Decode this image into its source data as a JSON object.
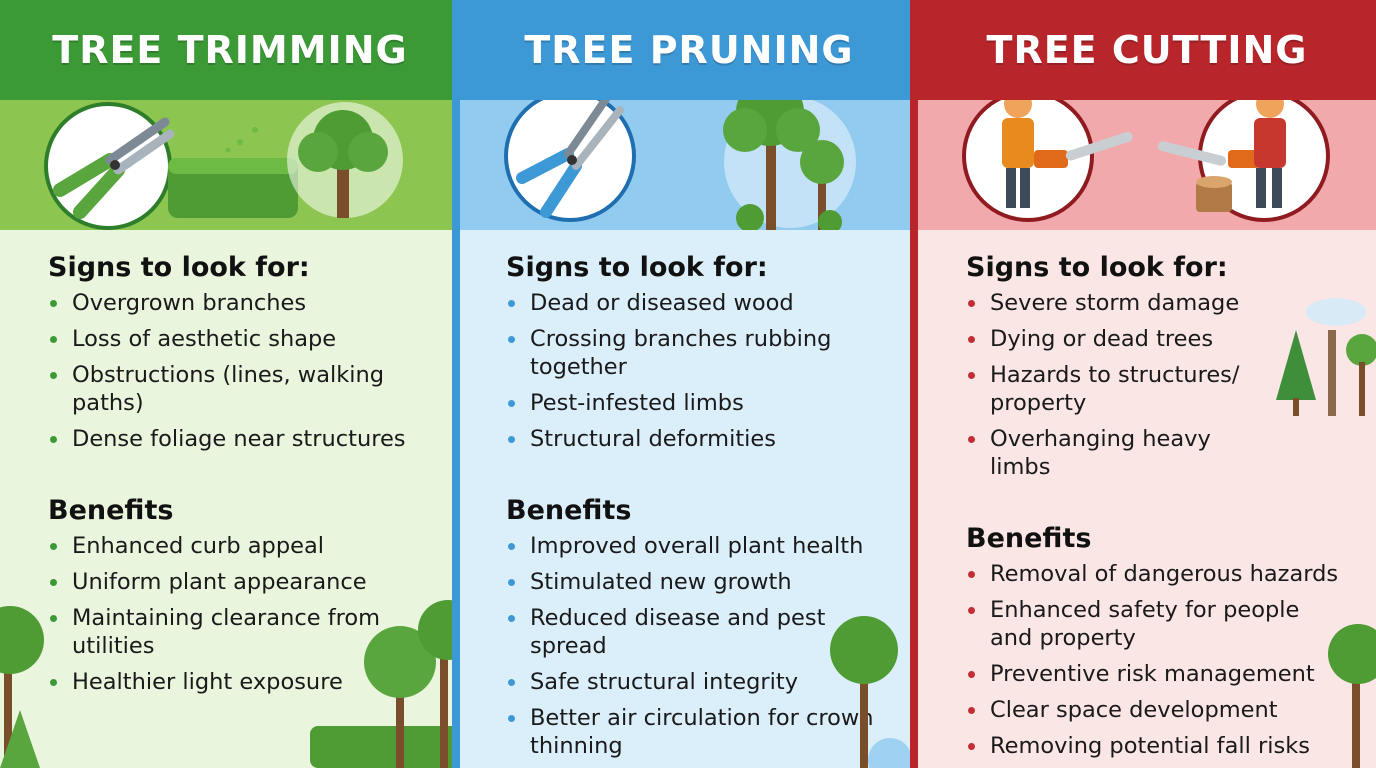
{
  "columns": [
    {
      "title": "TREE TRIMMING",
      "signs_title": "Signs to look for:",
      "signs": [
        "Overgrown branches",
        "Loss of aesthetic shape",
        "Obstructions (lines, walking paths)",
        "Dense foliage near structures"
      ],
      "benefits_title": "Benefits",
      "benefits": [
        "Enhanced curb appeal",
        "Uniform plant appearance",
        "Maintaining clearance from utilities",
        "Healthier light exposure"
      ]
    },
    {
      "title": "TREE PRUNING",
      "signs_title": "Signs to look for:",
      "signs": [
        "Dead or diseased wood",
        "Crossing branches rubbing together",
        "Pest-infested limbs",
        "Structural deformities"
      ],
      "benefits_title": "Benefits",
      "benefits": [
        "Improved overall plant health",
        "Stimulated new growth",
        "Reduced disease and pest spread",
        "Safe structural integrity",
        "Better air circulation for crown thinning"
      ]
    },
    {
      "title": "TREE CUTTING",
      "signs_title": "Signs to look for:",
      "signs": [
        "Severe storm damage",
        "Dying or dead trees",
        "Hazards to structures/ property",
        "Overhanging heavy limbs"
      ],
      "benefits_title": "Benefits",
      "benefits": [
        "Removal of dangerous hazards",
        "Enhanced safety for people and property",
        "Preventive risk management",
        "Clear space development",
        "Removing potential fall risks"
      ]
    }
  ],
  "colors": {
    "trimming": "#3b9a36",
    "pruning": "#3d98d6",
    "cutting": "#b8262b"
  },
  "icons": {
    "trimming": [
      "hedge-shears-icon",
      "hedge-icon",
      "tree-icon"
    ],
    "pruning": [
      "pruning-shears-icon",
      "tree-icon"
    ],
    "cutting": [
      "worker-with-chainsaw-icon",
      "tree-stump-icon",
      "forest-icon"
    ]
  }
}
